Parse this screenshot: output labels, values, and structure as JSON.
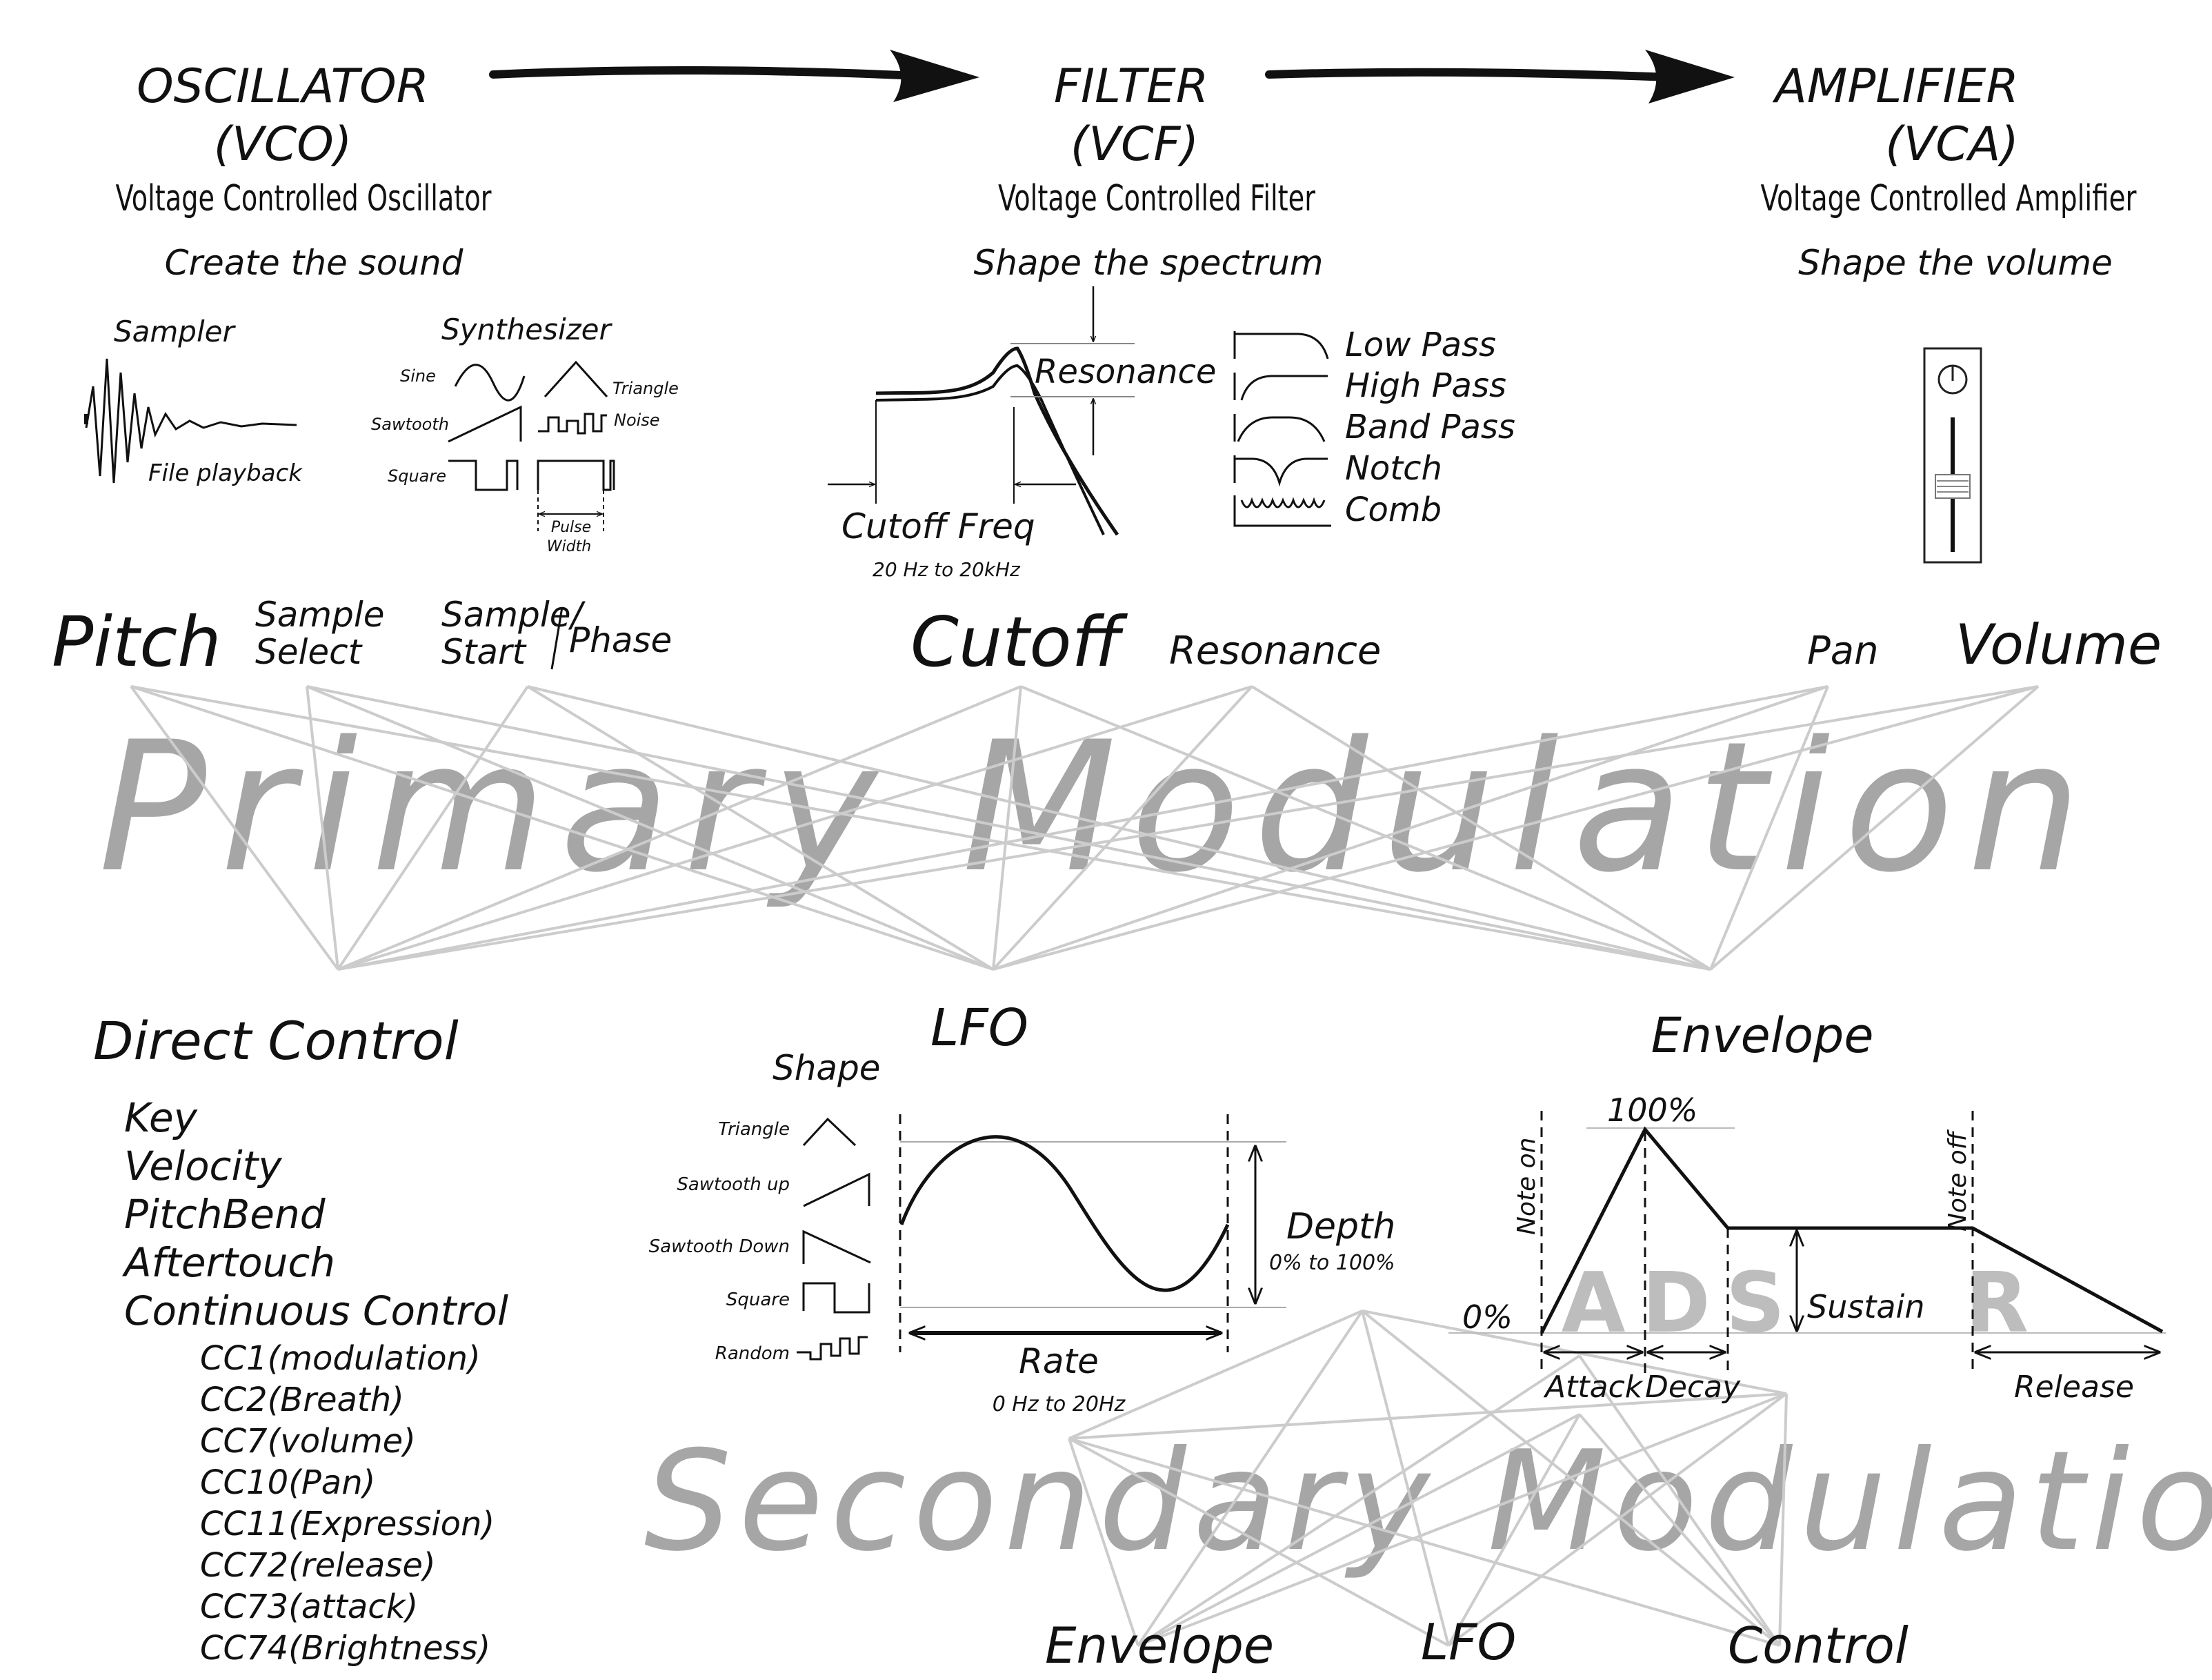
{
  "stages": {
    "osc": {
      "title": "OSCILLATOR",
      "abbr": "(VCO)",
      "full": "Voltage Controlled Oscillator",
      "desc": "Create the sound"
    },
    "filter": {
      "title": "FILTER",
      "abbr": "(VCF)",
      "full": "Voltage Controlled Filter",
      "desc": "Shape the spectrum"
    },
    "amp": {
      "title": "AMPLIFIER",
      "abbr": "(VCA)",
      "full": "Voltage Controlled Amplifier",
      "desc": "Shape the volume"
    }
  },
  "osc": {
    "sampler_label": "Sampler",
    "file_playback": "File playback",
    "synth_label": "Synthesizer",
    "waves": {
      "sine": "Sine",
      "triangle": "Triangle",
      "sawtooth": "Sawtooth",
      "noise": "Noise",
      "square": "Square"
    },
    "pulse": "Pulse",
    "width": "Width"
  },
  "filter": {
    "resonance": "Resonance",
    "cutoff": "Cutoff Freq",
    "cutoff_range": "20 Hz to 20kHz",
    "types": [
      "Low Pass",
      "High Pass",
      "Band Pass",
      "Notch",
      "Comb"
    ]
  },
  "primary": {
    "targets": [
      "Pitch",
      "Sample",
      "Select",
      "Sample/",
      "Start",
      "Phase",
      "Cutoff",
      "Resonance",
      "Pan",
      "Volume"
    ],
    "watermark": "Primary Modulation"
  },
  "direct": {
    "title": "Direct Control",
    "items": [
      "Key",
      "Velocity",
      "PitchBend",
      "Aftertouch",
      "Continuous Control"
    ],
    "cc": [
      "CC1(modulation)",
      "CC2(Breath)",
      "CC7(volume)",
      "CC10(Pan)",
      "CC11(Expression)",
      "CC72(release)",
      "CC73(attack)",
      "CC74(Brightness)"
    ]
  },
  "lfo": {
    "title": "LFO",
    "shape_label": "Shape",
    "shapes": [
      "Triangle",
      "Sawtooth up",
      "Sawtooth Down",
      "Square",
      "Random"
    ],
    "depth": "Depth",
    "depth_range": "0% to 100%",
    "rate": "Rate",
    "rate_range": "0 Hz to 20Hz"
  },
  "envelope": {
    "title": "Envelope",
    "peak": "100%",
    "zero": "0%",
    "note_on": "Note on",
    "note_off": "Note off",
    "letters": [
      "A",
      "D",
      "S",
      "R"
    ],
    "sustain": "Sustain",
    "attack": "Attack",
    "decay": "Decay",
    "release": "Release"
  },
  "secondary": {
    "watermark": "Secondary Modulation",
    "sources": [
      "Envelope",
      "LFO",
      "Control"
    ]
  },
  "colors": {
    "ink": "#111111",
    "web": "#cccccc",
    "watermark": "#a6a6a6",
    "letters": "#bdbdbd"
  }
}
